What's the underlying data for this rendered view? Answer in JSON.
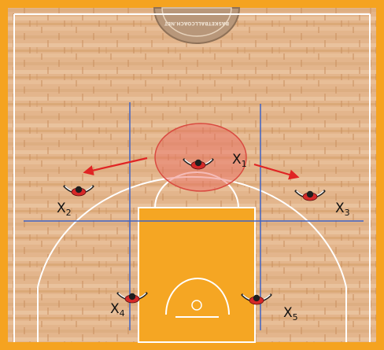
{
  "court": {
    "colors": {
      "frame": "#F5A320",
      "floor": "#E3B58C",
      "floor_plank": "#C98E5E",
      "paint": "#F5A623",
      "court_line": "#FFFFFF",
      "zone_line": "#3F63C4",
      "pressure_zone": "#E9685F",
      "arrow": "#E02424",
      "player_jersey": "#D62828",
      "player_head": "#1E1E1E",
      "label_text": "#111111"
    },
    "logo": {
      "text": "BASKETBALLCOACH.NET",
      "icon": "basketball-logo-icon"
    }
  },
  "players": [
    {
      "id": "x1",
      "letter": "X",
      "number": "1",
      "icon": "defender-icon",
      "facing": "up"
    },
    {
      "id": "x2",
      "letter": "X",
      "number": "2",
      "icon": "defender-icon",
      "facing": "up"
    },
    {
      "id": "x3",
      "letter": "X",
      "number": "3",
      "icon": "defender-icon",
      "facing": "up"
    },
    {
      "id": "x4",
      "letter": "X",
      "number": "4",
      "icon": "defender-icon",
      "facing": "up"
    },
    {
      "id": "x5",
      "letter": "X",
      "number": "5",
      "icon": "defender-icon",
      "facing": "up"
    }
  ],
  "arrows": [
    {
      "from": "x1",
      "toward": "x2",
      "icon": "movement-arrow-icon"
    },
    {
      "from": "x1",
      "toward": "x3",
      "icon": "movement-arrow-icon"
    }
  ]
}
